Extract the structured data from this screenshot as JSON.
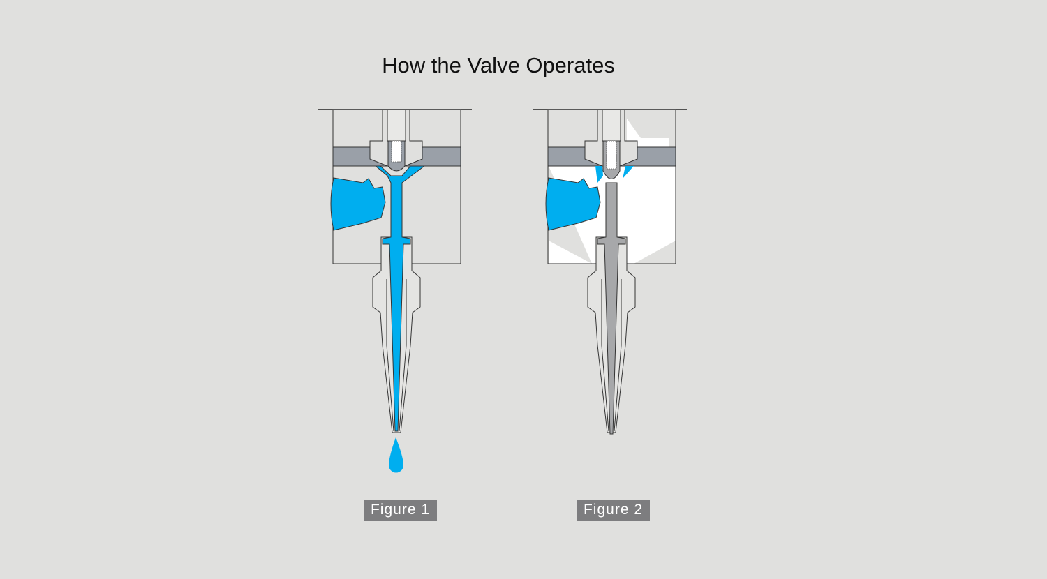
{
  "title": "How the Valve Operates",
  "figures": [
    {
      "label": "Figure 1",
      "state": "open",
      "fluid_color": "#00aeef"
    },
    {
      "label": "Figure 2",
      "state": "closed",
      "fluid_color": "#00aeef"
    }
  ],
  "colors": {
    "background": "#e0e0de",
    "seat": "#9aa0a8",
    "stem": "#a7a8aa",
    "label_bg": "#7d7d7f"
  }
}
